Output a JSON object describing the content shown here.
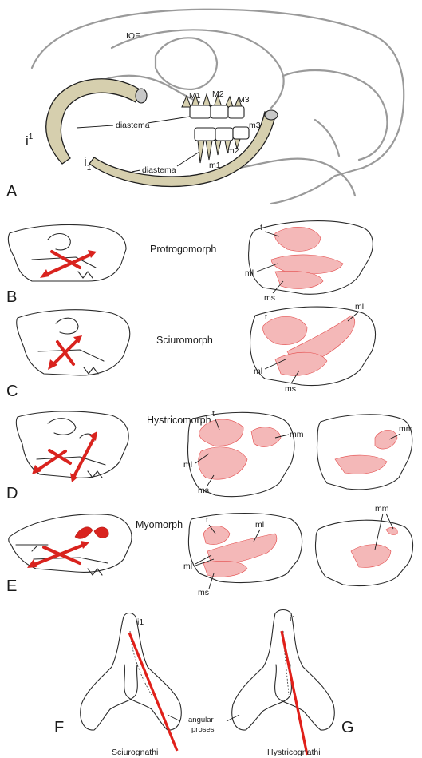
{
  "panels": {
    "a": "A",
    "b": "B",
    "c": "C",
    "d": "D",
    "e": "E",
    "f": "F",
    "g": "G"
  },
  "panel_a": {
    "iof": "IOF",
    "upper_incisor": "i",
    "upper_incisor_sup": "1",
    "lower_incisor": "i",
    "lower_incisor_sub": "1",
    "diastema_upper": "diastema",
    "diastema_lower": "diastema",
    "M1": "M1",
    "M2": "M2",
    "M3": "M3",
    "m1": "m1",
    "m2": "m2",
    "m3": "m3"
  },
  "rows": {
    "protrogomorph": "Protrogomorph",
    "sciuromorph": "Sciuromorph",
    "hystricomorph": "Hystricomorph",
    "myomorph": "Myomorph"
  },
  "muscles": {
    "t": "t",
    "ml": "ml",
    "ms": "ms",
    "mm": "mm"
  },
  "panel_fg": {
    "i1_left": "i1",
    "i1_right": "i1",
    "angular_proses": "angular\nproses",
    "sciurognathi": "Sciurognathi",
    "hystricognathi": "Hystricognathi"
  },
  "colors": {
    "incisor": "#d6cfae",
    "muscle": "#f4b8b8",
    "arrow": "#d9231e",
    "skull_outline_gray": "#9a9a9a"
  }
}
